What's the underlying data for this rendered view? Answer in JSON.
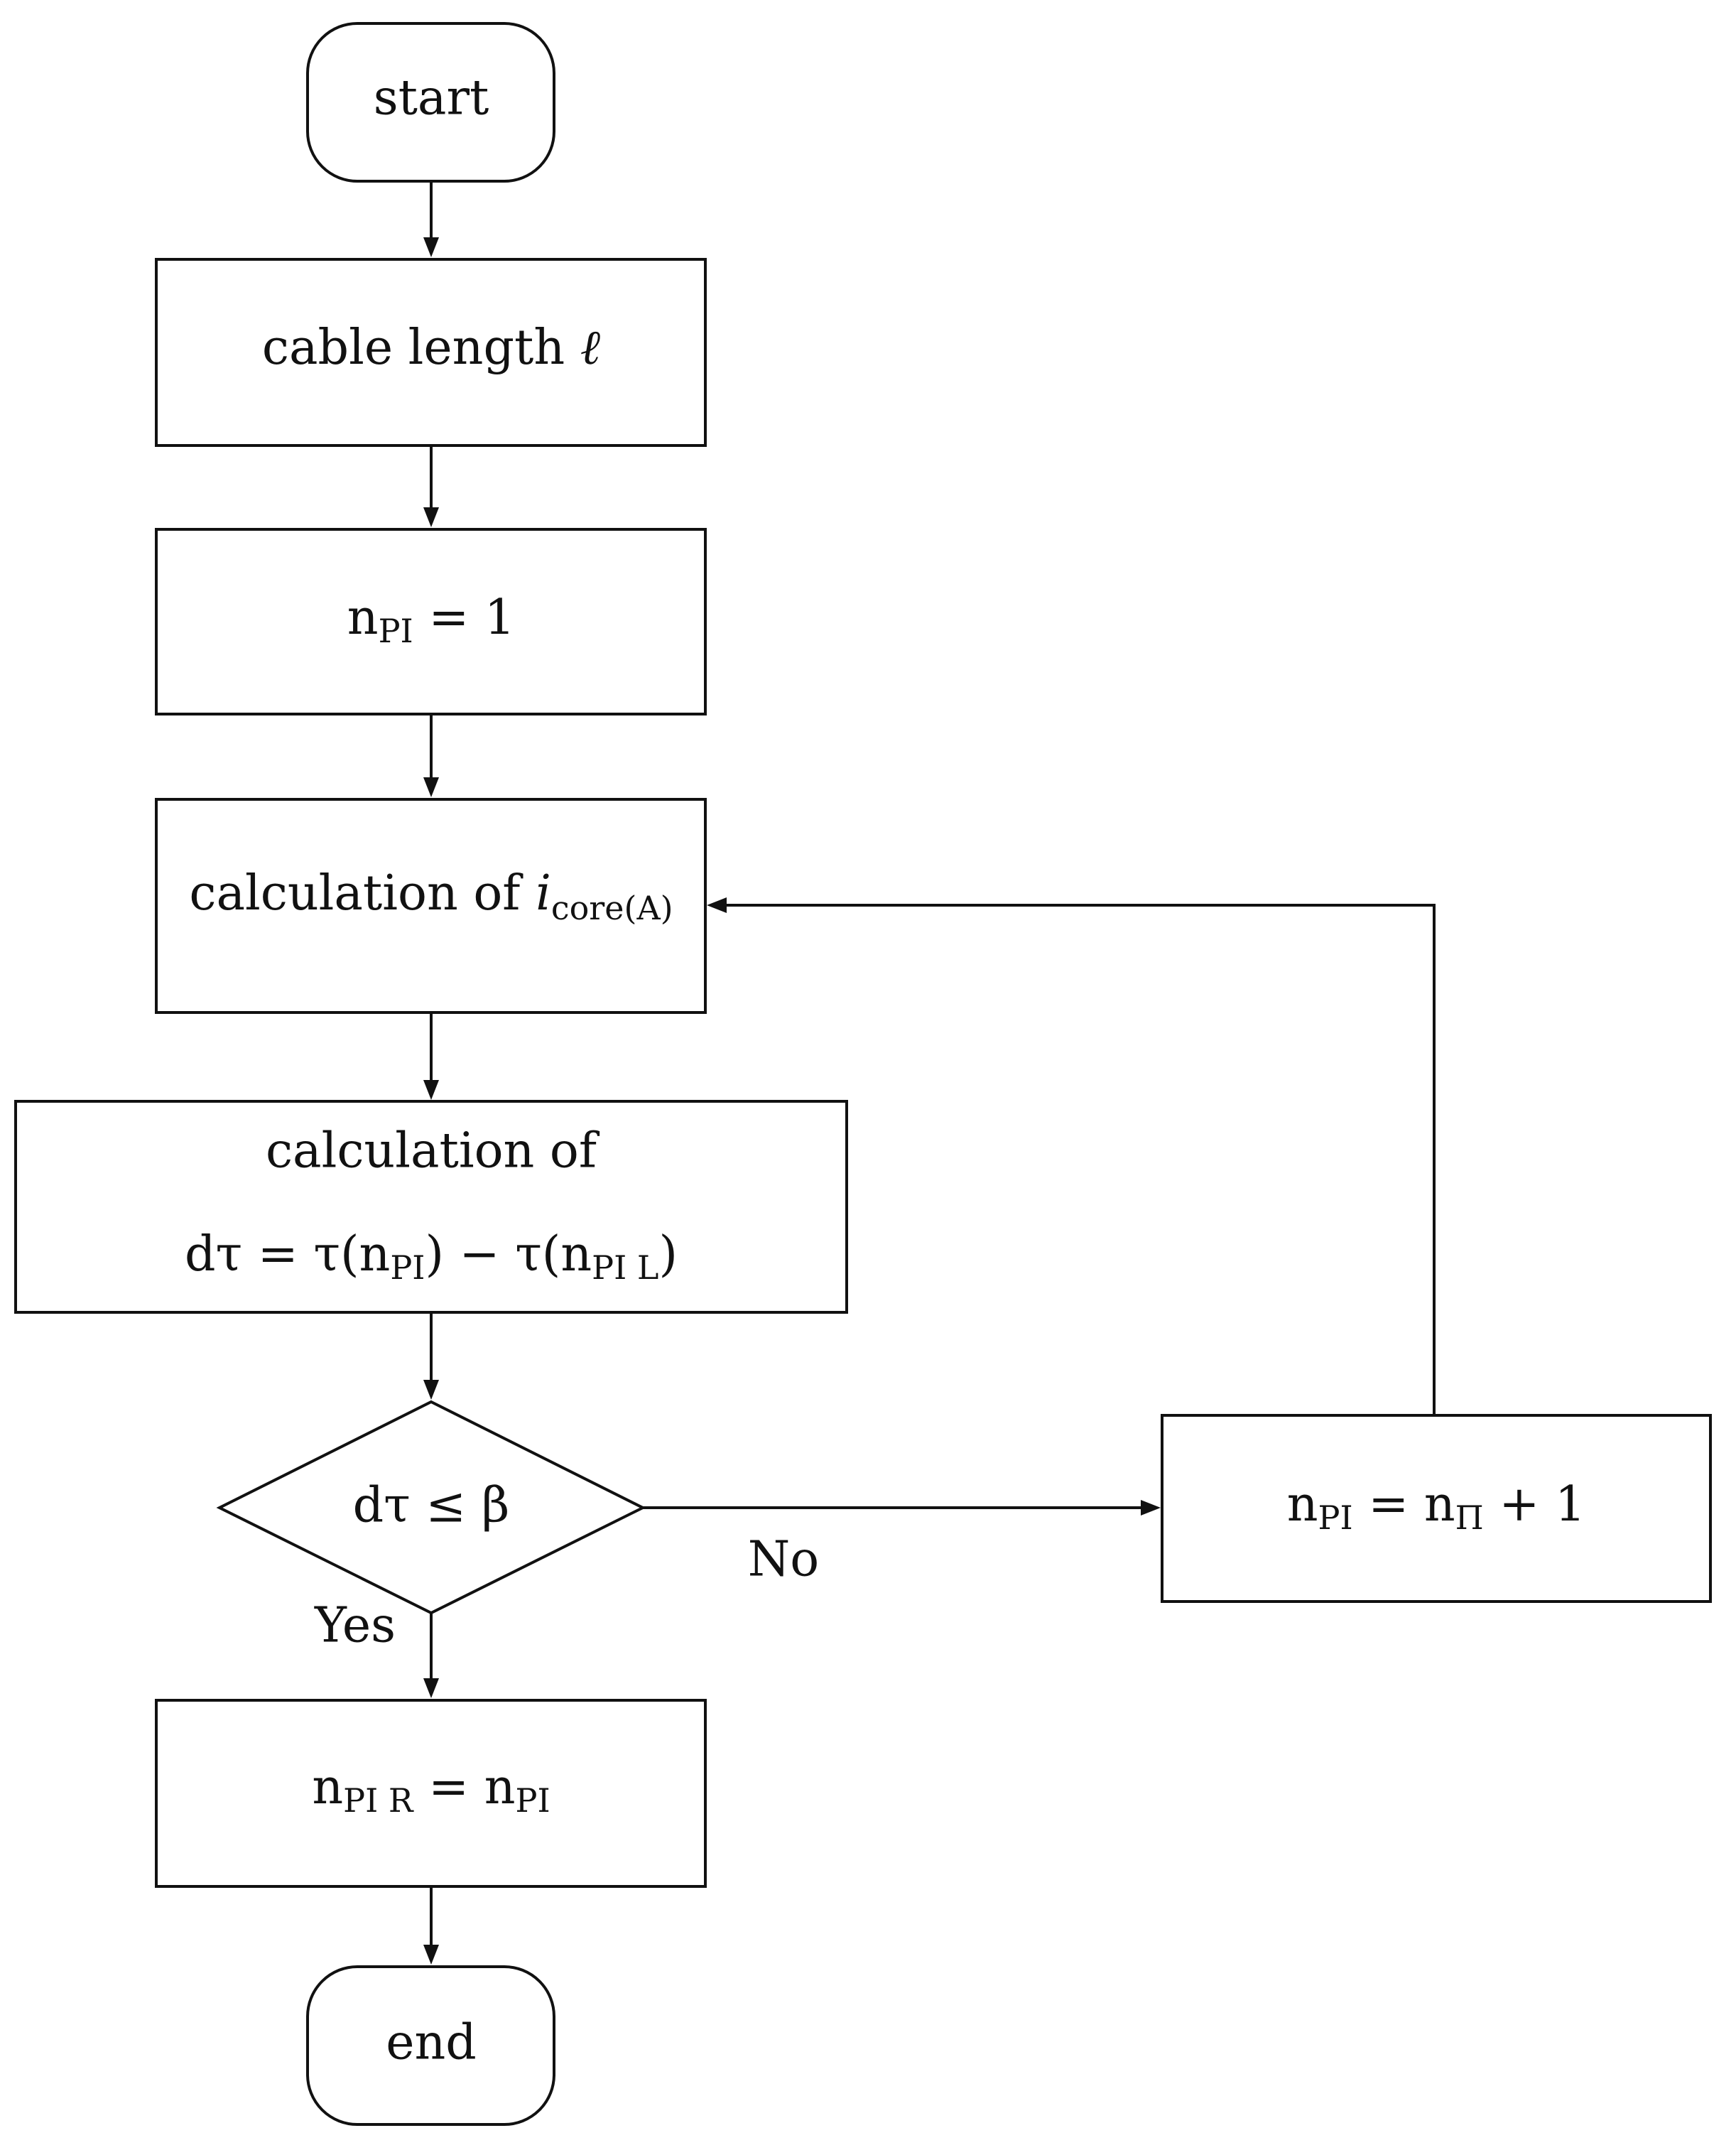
{
  "flowchart": {
    "start": {
      "text": "start"
    },
    "input_length": {
      "text": "cable length",
      "symbol": "ℓ"
    },
    "init": {
      "main": "n",
      "sub": "PI",
      "rest": " = 1"
    },
    "calc_core": {
      "text": "calculation of ",
      "var": "i",
      "sub": "core(A)"
    },
    "calc_dtau": {
      "line1": "calculation of",
      "p1": "dτ = τ(n",
      "s1": "PI",
      "p2": ") − τ(n",
      "s2": "PI L",
      "p3": ")"
    },
    "decision": {
      "text": "dτ ≤ β"
    },
    "increment": {
      "main": "n",
      "s1": "PI",
      "p2": " = n",
      "s2": "Π",
      "p3": " + 1"
    },
    "result": {
      "main": "n",
      "s1": "PI R",
      "p2": " = n",
      "s2": "PI"
    },
    "end": {
      "text": "end"
    },
    "edge_labels": {
      "yes": "Yes",
      "no": "No"
    }
  }
}
